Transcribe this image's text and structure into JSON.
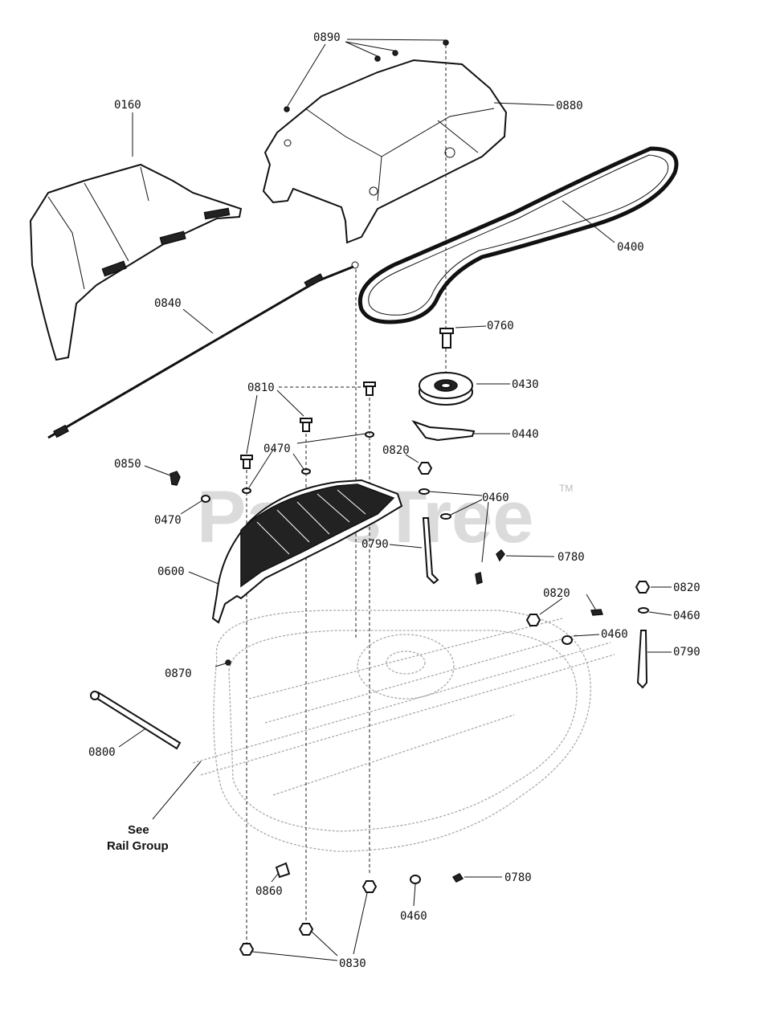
{
  "watermark": "PartsTree",
  "trademark": "TM",
  "callouts": {
    "c0160": "0160",
    "c0890": "0890",
    "c0880": "0880",
    "c0400": "0400",
    "c0840": "0840",
    "c0760": "0760",
    "c0430": "0430",
    "c0440": "0440",
    "c0810": "0810",
    "c0470a": "0470",
    "c0820a": "0820",
    "c0460a": "0460",
    "c0850": "0850",
    "c0470b": "0470",
    "c0790a": "0790",
    "c0780a": "0780",
    "c0600": "0600",
    "c0820b": "0820",
    "c0820c": "0820",
    "c0460b": "0460",
    "c0460c": "0460",
    "c0790b": "0790",
    "c0870": "0870",
    "c0800": "0800",
    "c0860": "0860",
    "c0780b": "0780",
    "c0460d": "0460",
    "c0830": "0830"
  },
  "see_note": {
    "line1": "See",
    "line2": "Rail Group"
  }
}
